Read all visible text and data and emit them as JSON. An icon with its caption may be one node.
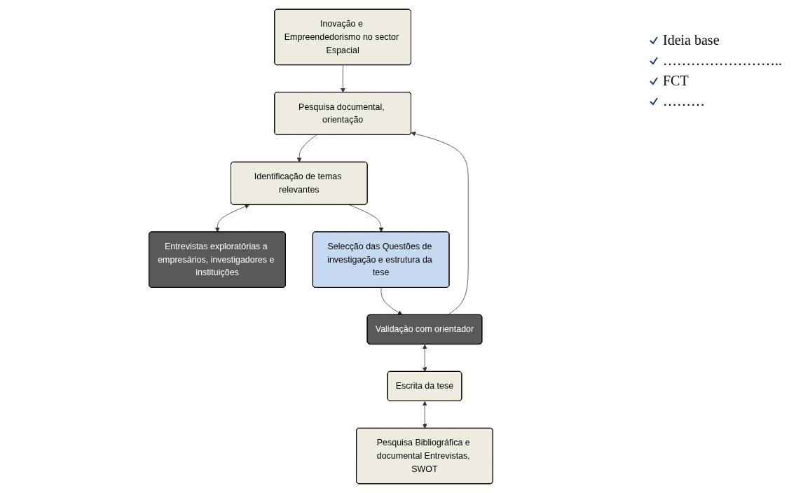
{
  "diagram": {
    "nodes": [
      {
        "text": [
          "Inovação e Empreendedorismo no sector Espacial"
        ]
      },
      {
        "text": [
          "Pesquisa documental, orientação"
        ]
      },
      {
        "text": [
          "Identificação de temas relevantes"
        ]
      },
      {
        "text": [
          "Entrevistas exploratórias a empresários, investigadores e instituições"
        ]
      },
      {
        "text": [
          "Validação com orientador"
        ]
      },
      {
        "text": [
          "Selecção das Questões de investigação e estrutura da tese"
        ]
      },
      {
        "text": [
          "Escrita da tese"
        ]
      },
      {
        "text": [
          "Pesquisa Bibliográfica e documental Entrevistas, SWOT"
        ]
      }
    ],
    "edges": [
      {
        "from": 0,
        "to": 1,
        "arrow": "to"
      },
      {
        "from": 1,
        "to": 2,
        "arrow": "to"
      },
      {
        "from": 2,
        "to": 3,
        "arrow": "both"
      },
      {
        "from": 2,
        "to": 5,
        "arrow": "to"
      },
      {
        "from": 5,
        "to": 4,
        "arrow": "to"
      },
      {
        "from": 4,
        "to": 1,
        "arrow": "to"
      },
      {
        "from": 4,
        "to": 6,
        "arrow": "both"
      },
      {
        "from": 6,
        "to": 7,
        "arrow": "both"
      }
    ],
    "labels": [
      "Ideia base",
      "……………………..",
      "FCT",
      "………"
    ]
  }
}
